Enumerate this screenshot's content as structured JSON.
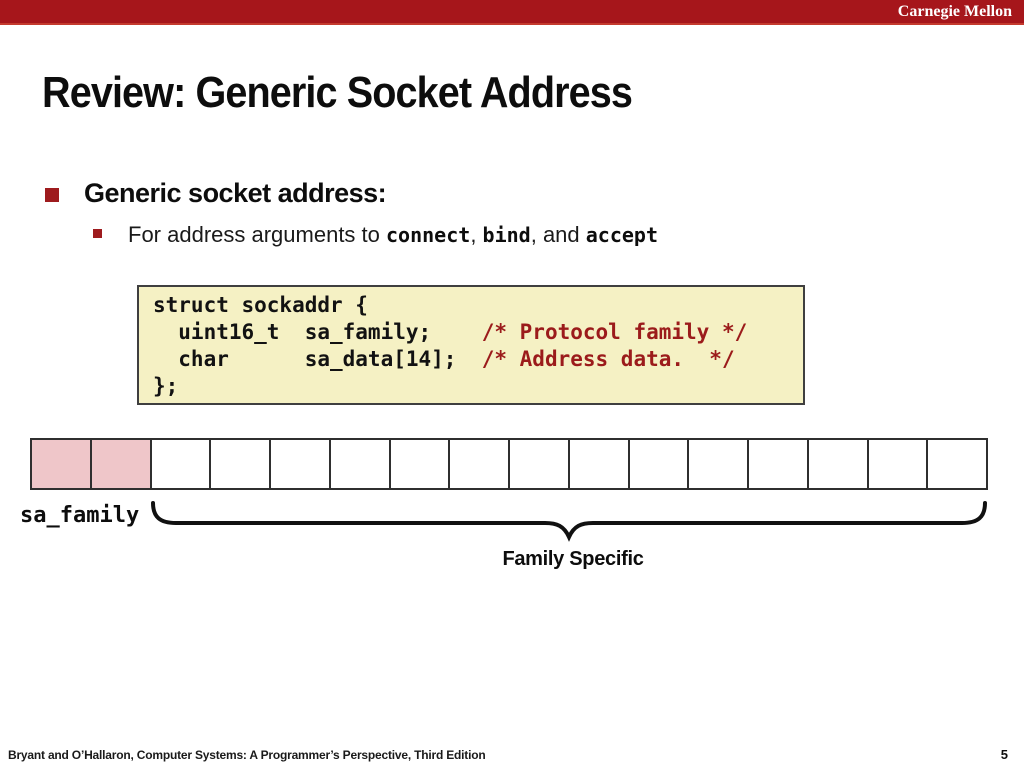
{
  "theme": {
    "bar-red": "#A6161B",
    "bar-edge": "#C43A2E",
    "bullet-red": "#9E1B1E",
    "comment-red": "#9B1B1B",
    "code-bg": "#F5F1C4",
    "code-border": "#3F3F3F",
    "cell-pink": "#EFC6C9",
    "cell-border": "#2F2F2F"
  },
  "header": {
    "brand": "Carnegie Mellon"
  },
  "slide": {
    "title": "Review: Generic Socket Address"
  },
  "content": {
    "main_bullet": "Generic socket address:",
    "sub_bullet": {
      "prefix": "For address arguments to ",
      "word1": "connect",
      "sep1": ", ",
      "word2": "bind",
      "sep2": ", and ",
      "word3": "accept"
    }
  },
  "code_block": {
    "lines": [
      {
        "code": "struct sockaddr {",
        "comment": ""
      },
      {
        "code": "  uint16_t  sa_family;    ",
        "comment": "/* Protocol family */"
      },
      {
        "code": "  char      sa_data[14];  ",
        "comment": "/* Address data.  */"
      },
      {
        "code": "};",
        "comment": ""
      }
    ]
  },
  "diagram": {
    "total_cells": 16,
    "highlighted_cells": 2,
    "field_label": "sa_family",
    "brace_label": "Family Specific"
  },
  "footer": {
    "attribution": "Bryant and O’Hallaron, Computer Systems: A Programmer’s Perspective, Third Edition",
    "page_number": "5"
  }
}
